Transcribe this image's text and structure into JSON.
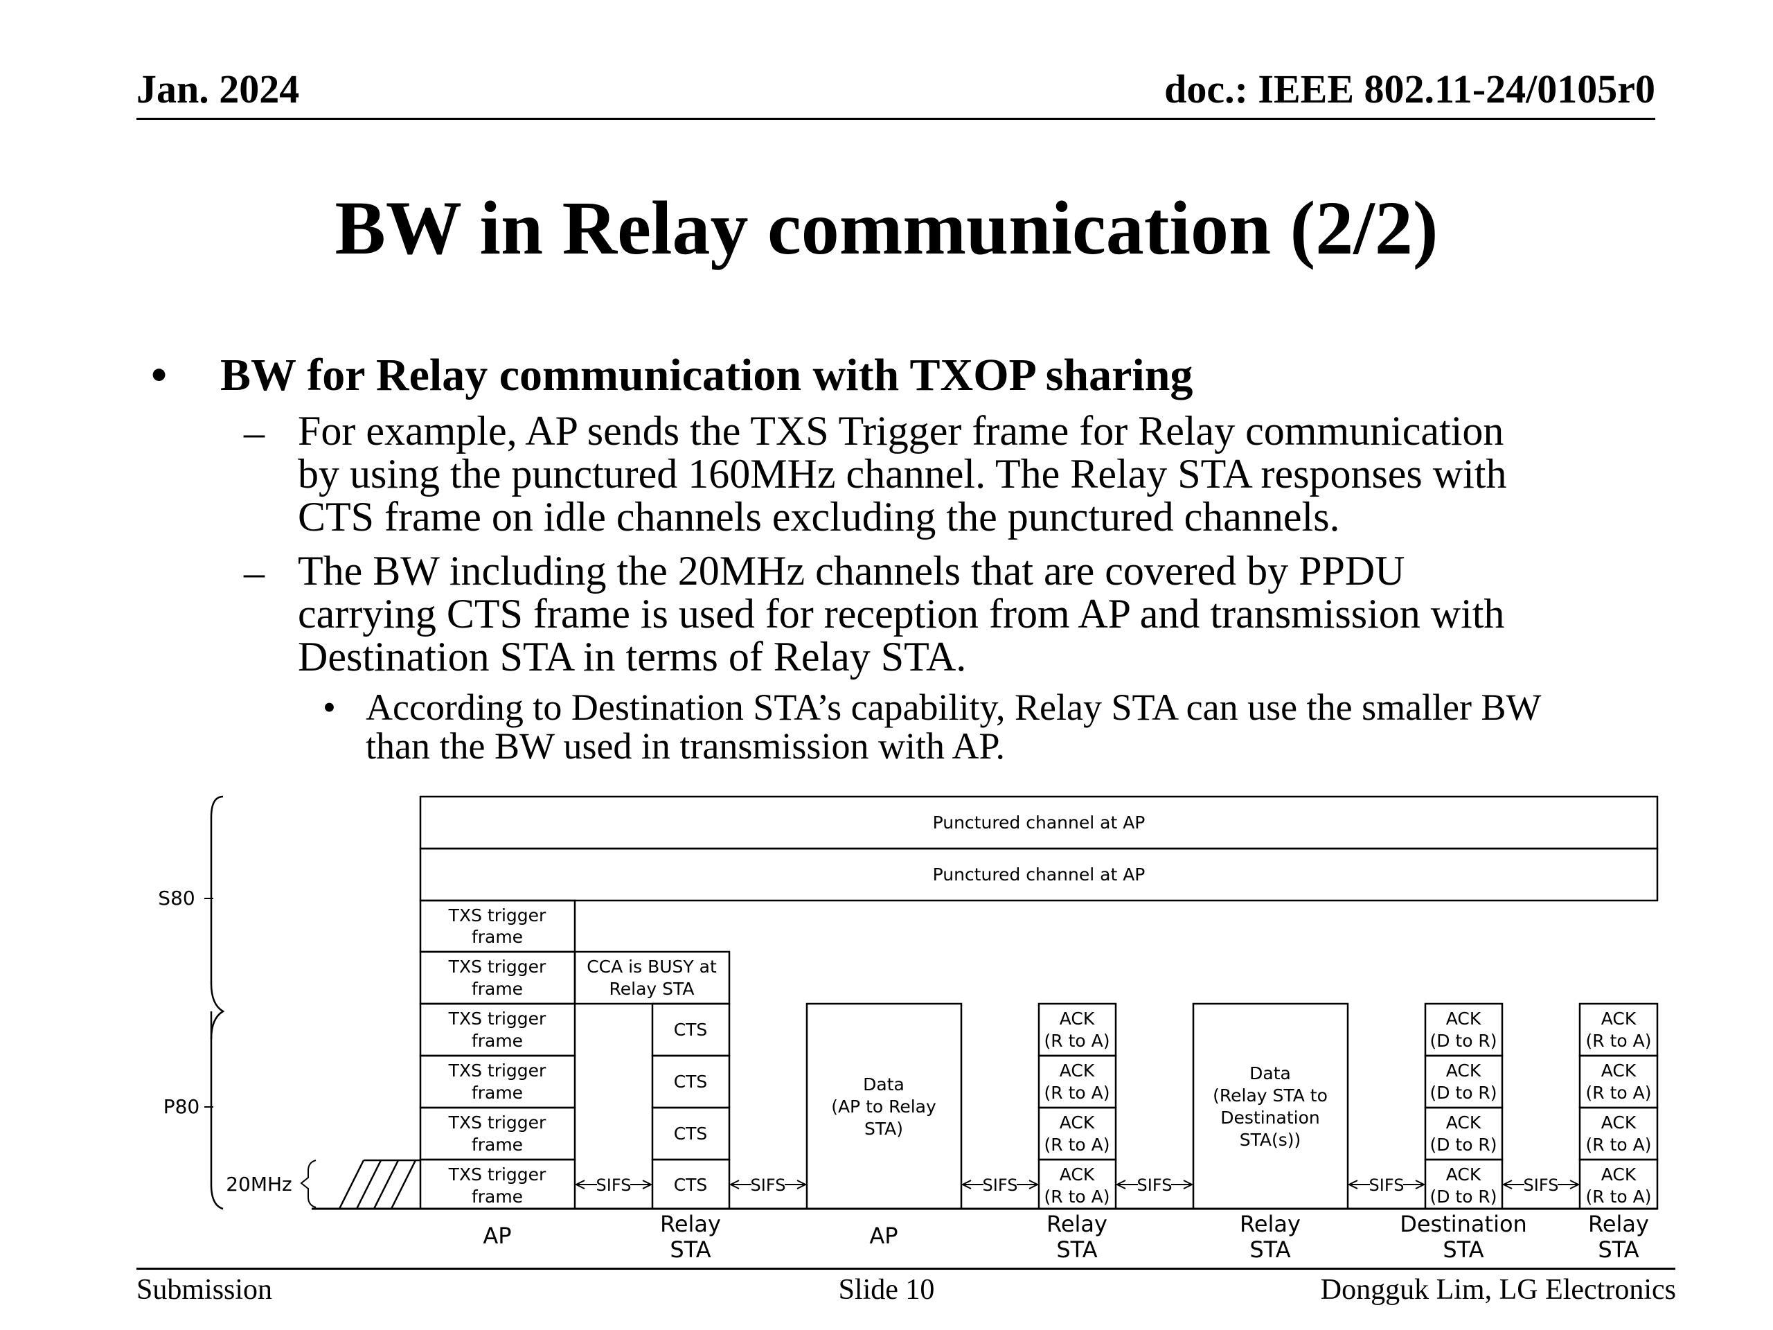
{
  "header": {
    "date": "Jan. 2024",
    "doc": "doc.: IEEE 802.11-24/0105r0"
  },
  "title": "BW in Relay communication (2/2)",
  "bullets": {
    "main": {
      "marker": "•",
      "text": "BW for Relay communication with TXOP sharing"
    },
    "sub": [
      {
        "marker": "–",
        "lines": [
          "For example, AP sends the TXS Trigger frame for Relay communication",
          "by using the punctured 160MHz channel. The Relay STA responses with",
          "CTS frame on idle channels excluding the punctured channels."
        ]
      },
      {
        "marker": "–",
        "lines": [
          "The BW including the 20MHz channels that are covered by PPDU",
          "carrying CTS frame is used for reception from AP and transmission with",
          "Destination STA in terms of Relay STA."
        ]
      }
    ],
    "subsub": {
      "marker": "•",
      "lines": [
        "According to Destination STA’s capability, Relay STA can use the smaller BW",
        "than the BW used in transmission with AP."
      ]
    }
  },
  "diagram": {
    "axis_labels": {
      "s80": "S80",
      "p80": "P80",
      "mhz20": "20MHz"
    },
    "punctured": [
      "Punctured channel at AP",
      "Punctured channel at AP"
    ],
    "txs": {
      "l1": "TXS trigger",
      "l2": "frame"
    },
    "cca": {
      "l1": "CCA is BUSY at",
      "l2": "Relay STA"
    },
    "cts": "CTS",
    "sifs": "SIFS",
    "data_ap": [
      "Data",
      "(AP to Relay",
      "STA)"
    ],
    "data_relay": [
      "Data",
      "(Relay STA to",
      "Destination",
      "STA(s))"
    ],
    "ack": "ACK",
    "ack_r_to_a": "(R to A)",
    "ack_d_to_r": "(D to R)",
    "bottom_labels": {
      "ap1": "AP",
      "relay1": [
        "Relay",
        "STA"
      ],
      "ap2": "AP",
      "relay2": [
        "Relay",
        "STA"
      ],
      "relay3": [
        "Relay",
        "STA"
      ],
      "dest": [
        "Destination",
        "STA"
      ],
      "relay4": [
        "Relay",
        "STA"
      ]
    }
  },
  "footer": {
    "left": "Submission",
    "center": "Slide 10",
    "right": "Dongguk Lim, LG Electronics"
  }
}
